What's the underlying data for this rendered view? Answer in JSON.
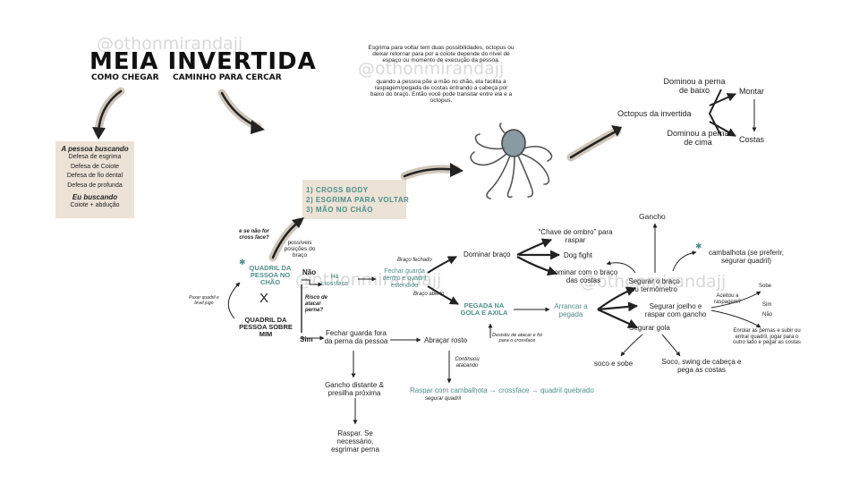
{
  "watermark": "@othonmirandajj",
  "title": "MEIA INVERTIDA",
  "subtitle_left": "COMO CHEGAR",
  "subtitle_right": "CAMINHO PARA CERCAR",
  "intro_text_1": "Esgrima para voltar tem duas possibilidades, octopus ou deixar retornar para por a coiote depende do nível de espaço ou momento de execução da pessoa.",
  "intro_text_2": "quando a pessoa põe a mão no chão, ela facilita a raspagem/pegada de costas entrando a cabeça por baixo do braço. Então você pode transitar entre ela e a octopus.",
  "box_left": {
    "heading1": "A pessoa buscando",
    "items": [
      "Defesa de esgrima",
      "Defesa de Coiote",
      "Defesa de fio dental",
      "Defesa de profunda"
    ],
    "heading2": "Eu buscando",
    "item2": "Coiote + abdução"
  },
  "box_options": [
    "1) CROSS BODY",
    "2) ESGRIMA PARA VOLTAR",
    "3) MÃO NO CHÃO"
  ],
  "octopus": {
    "center": "Octopus da invertida",
    "top": "Dominou a perna de baixo",
    "bottom": "Dominou a perna de cima",
    "montar": "Montar",
    "costas": "Costas"
  },
  "left": {
    "quadril_chao": "QUADRIL DA PESSOA NO CHÃO",
    "x": "X",
    "quadril_sobre": "QUADRIL DA PESSOA SOBRE MIM",
    "e_se": "e se não for cross face?",
    "possiveis": "possíveis posições do braço",
    "puxar": "Puxar quadril e level jugo",
    "nao": "Não",
    "sim": "Sim",
    "risco": "Risco de atacar perna?",
    "ha_crossface": "Há crossface",
    "fechar_guarda_dentro": "Fechar guarda dentro e quadril estendido",
    "fechar_guarda_fora": "Fechar guarda fora da perna da pessoa",
    "gancho_distante": "Gancho distante & presilha próxima",
    "raspar": "Raspar. Se necessário, esgrimar perna"
  },
  "middle": {
    "braco_fechado": "Braço fechado",
    "braco_aberto": "Braço aberto",
    "dominar_braco": "Dominar braço",
    "pegada_axila": "PEGADA NA GOLA E AXILA",
    "chave_ombro": "\"Chave de ombro\" para raspar",
    "dog_fight": "Dog fight",
    "dominar_costas": "Dominar com o braço das costas",
    "arrancar": "Arrancar a pegada",
    "desistiu": "Desistiu de atacar e foi para o crossface",
    "abracar": "Abraçar rosto",
    "continuou": "Continuou atacando",
    "raspar_cambalhota": "Raspar com cambalhota → crossface → quadril quebrado",
    "segurar_quadril_small": "segurar quadril"
  },
  "right": {
    "gancho": "Gancho",
    "segurar_braco": "Segurar o braço ou termômetro",
    "cambalhota": "cambalhota (se preferir, segurar quadril)",
    "segurar_joelho": "Segurar joelho e raspar com gancho",
    "segurar_gola": "Segurar gola",
    "soco_sobe": "soco e sobe",
    "soco_swing": "Soco, swing de cabeça e pega as costas",
    "aceitou": "Aceitou a raspagem?",
    "sobe": "Sobe",
    "sim": "Sim",
    "nao": "Não",
    "enrolar": "Enrolar as pernas e subir ou entrar quadril, jogar para o outro lado e pegar as costas"
  }
}
